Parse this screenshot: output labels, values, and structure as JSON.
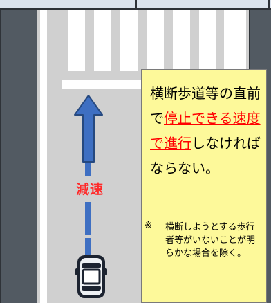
{
  "label": "減速",
  "note": {
    "main": {
      "part1": "横断歩道等の直前で",
      "highlight": "停止できる速度で進行",
      "part2": "しなければならない。"
    },
    "mark": "※",
    "sub": "横断しようとする歩行者等がいないことが明らかな場合を除く。"
  },
  "colors": {
    "road": "#d0d0d0",
    "marking": "#ffffff",
    "arrow": "#3e6fc2",
    "emphasis": "#ff0000",
    "note_bg": "#fdf99a",
    "roadside": "#525a62"
  },
  "icons": {
    "arrow": "up-arrow-icon",
    "vehicle": "car-icon"
  }
}
